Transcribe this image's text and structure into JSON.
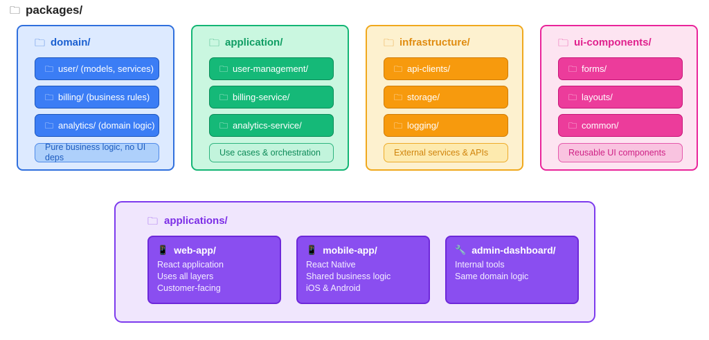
{
  "root": {
    "icon": "folder-icon",
    "glyph": "🗀",
    "label": "packages/"
  },
  "layers": [
    {
      "key": "domain",
      "color": "#1a5fd0",
      "icon_glyph": "🗀",
      "title": "domain/",
      "items": [
        {
          "glyph": "🗀",
          "label": "user/ (models, services)"
        },
        {
          "glyph": "🗀",
          "label": "billing/ (business rules)"
        },
        {
          "glyph": "🗀",
          "label": "analytics/ (domain logic)"
        }
      ],
      "note": "Pure business logic, no UI deps"
    },
    {
      "key": "application",
      "color": "#0f9d63",
      "icon_glyph": "🗀",
      "title": "application/",
      "items": [
        {
          "glyph": "🗀",
          "label": "user-management/"
        },
        {
          "glyph": "🗀",
          "label": "billing-service/"
        },
        {
          "glyph": "🗀",
          "label": "analytics-service/"
        }
      ],
      "note": "Use cases & orchestration"
    },
    {
      "key": "infrastructure",
      "color": "#e08c10",
      "icon_glyph": "🗀",
      "title": "infrastructure/",
      "items": [
        {
          "glyph": "🗀",
          "label": "api-clients/"
        },
        {
          "glyph": "🗀",
          "label": "storage/"
        },
        {
          "glyph": "🗀",
          "label": "logging/"
        }
      ],
      "note": "External services & APIs"
    },
    {
      "key": "ui-components",
      "color": "#e0218d",
      "icon_glyph": "🗀",
      "title": "ui-components/",
      "items": [
        {
          "glyph": "🗀",
          "label": "forms/"
        },
        {
          "glyph": "🗀",
          "label": "layouts/"
        },
        {
          "glyph": "🗀",
          "label": "common/"
        }
      ],
      "note": "Reusable UI components"
    }
  ],
  "applications": {
    "icon": "folder-icon",
    "icon_glyph": "🗀",
    "title": "applications/",
    "cards": [
      {
        "key": "web-app",
        "icon": "mobile-phone-icon",
        "glyph": "📱",
        "title": "web-app/",
        "lines": [
          "React application",
          "Uses all layers",
          "Customer-facing"
        ]
      },
      {
        "key": "mobile-app",
        "icon": "mobile-phone-icon",
        "glyph": "📱",
        "title": "mobile-app/",
        "lines": [
          "React Native",
          "Shared business logic",
          "iOS & Android"
        ]
      },
      {
        "key": "admin-dashboard",
        "icon": "wrench-icon",
        "glyph": "🔧",
        "title": "admin-dashboard/",
        "lines": [
          "Internal tools",
          "Same domain logic"
        ]
      }
    ]
  }
}
